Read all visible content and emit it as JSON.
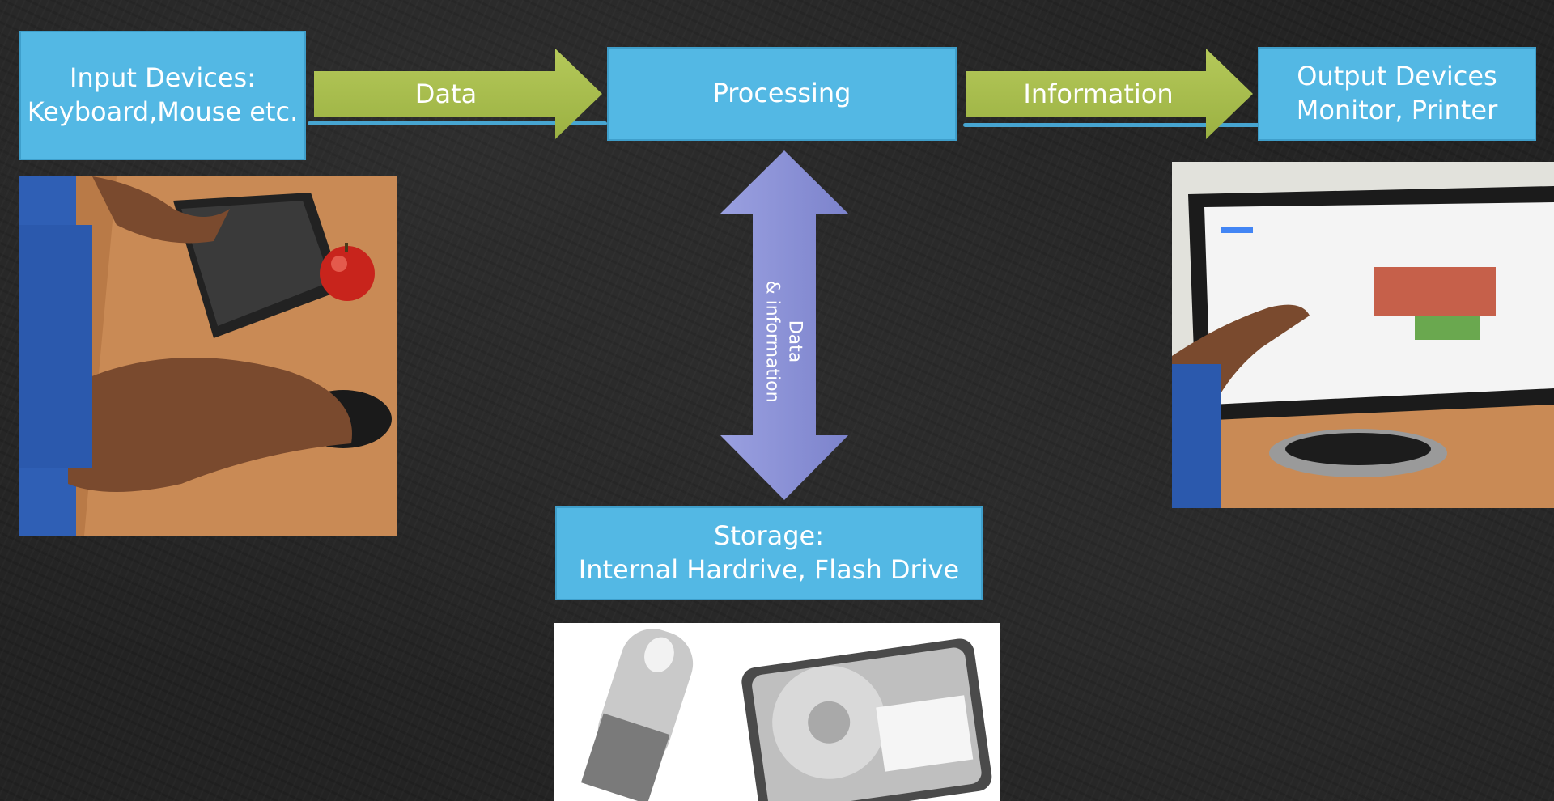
{
  "diagram": {
    "input_box": {
      "line1": "Input Devices:",
      "line2": "Keyboard,Mouse etc."
    },
    "processing_box": {
      "label": "Processing"
    },
    "output_box": {
      "line1": "Output Devices",
      "line2": "Monitor, Printer"
    },
    "storage_box": {
      "line1": "Storage:",
      "line2": "Internal Hardrive, Flash Drive"
    },
    "arrow_data": {
      "label": "Data"
    },
    "arrow_information": {
      "label": "Information"
    },
    "arrow_vertical": {
      "line1": "Data",
      "line2": "& information"
    }
  },
  "colors": {
    "box_fill": "#53b8e4",
    "green_arrow": "#a9bf4d",
    "purple_arrow": "#8a90d6",
    "background": "#232323"
  },
  "images": {
    "keyboard_photo": "keyboard-mouse-photo",
    "monitor_photo": "monitor-photo",
    "storage_photo": "flash-drive-and-hard-drive-photo"
  }
}
